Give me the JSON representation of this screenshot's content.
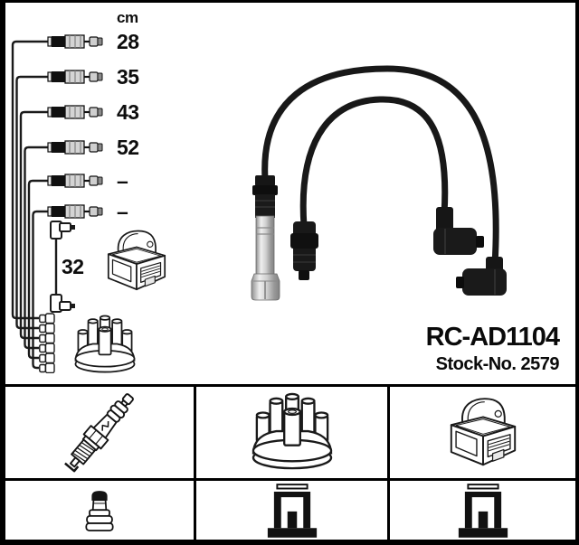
{
  "product": {
    "part_number": "RC-AD1104",
    "stock_line": "Stock-No. 2579"
  },
  "diagram": {
    "unit_label": "cm",
    "cable_lengths": [
      "28",
      "35",
      "43",
      "52",
      "–",
      "–"
    ],
    "coil_wire_length": "32"
  },
  "parts_grid": {
    "row1": [
      "spark-plug",
      "distributor-cap",
      "ignition-coil"
    ],
    "row2": [
      "spark-plug-terminal-nut",
      "connector-cross-section",
      "connector-cross-section"
    ]
  },
  "colors": {
    "border": "#000000",
    "background": "#ffffff",
    "line_art": "#1a1a1a"
  }
}
